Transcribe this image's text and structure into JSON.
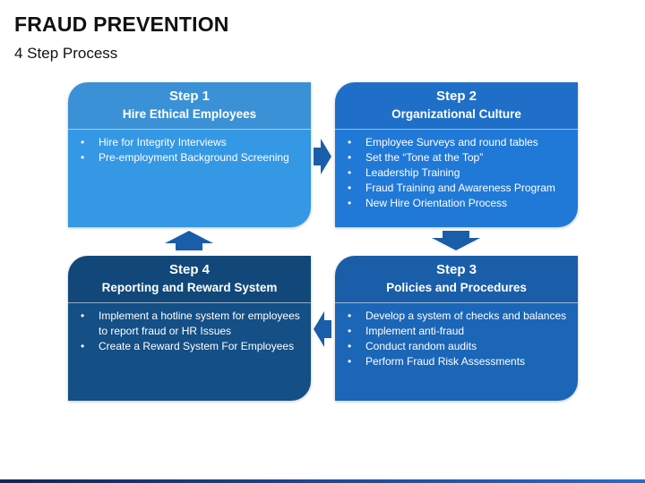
{
  "header": {
    "title": "FRAUD PREVENTION",
    "subtitle": "4 Step Process"
  },
  "steps": [
    {
      "step": "Step 1",
      "name": "Hire Ethical Employees",
      "bullets": [
        "Hire for Integrity Interviews",
        "Pre-employment Background Screening"
      ]
    },
    {
      "step": "Step 2",
      "name": "Organizational Culture",
      "bullets": [
        "Employee Surveys and round tables",
        "Set the “Tone at the Top”",
        "Leadership Training",
        "Fraud Training and Awareness Program",
        "New Hire Orientation Process"
      ]
    },
    {
      "step": "Step 3",
      "name": "Policies and Procedures",
      "bullets": [
        "Develop a system of checks and balances",
        "Implement anti-fraud",
        "Conduct random audits",
        "Perform Fraud Risk Assessments"
      ]
    },
    {
      "step": "Step 4",
      "name": "Reporting and Reward System",
      "bullets": [
        "Implement a hotline system for employees to report fraud or HR Issues",
        "Create a Reward System For Employees"
      ]
    }
  ],
  "colors": {
    "step1": "#3498e4",
    "step2": "#2079d6",
    "step3": "#1b66b6",
    "step4": "#144f86",
    "arrow": "#1a5ea9"
  }
}
